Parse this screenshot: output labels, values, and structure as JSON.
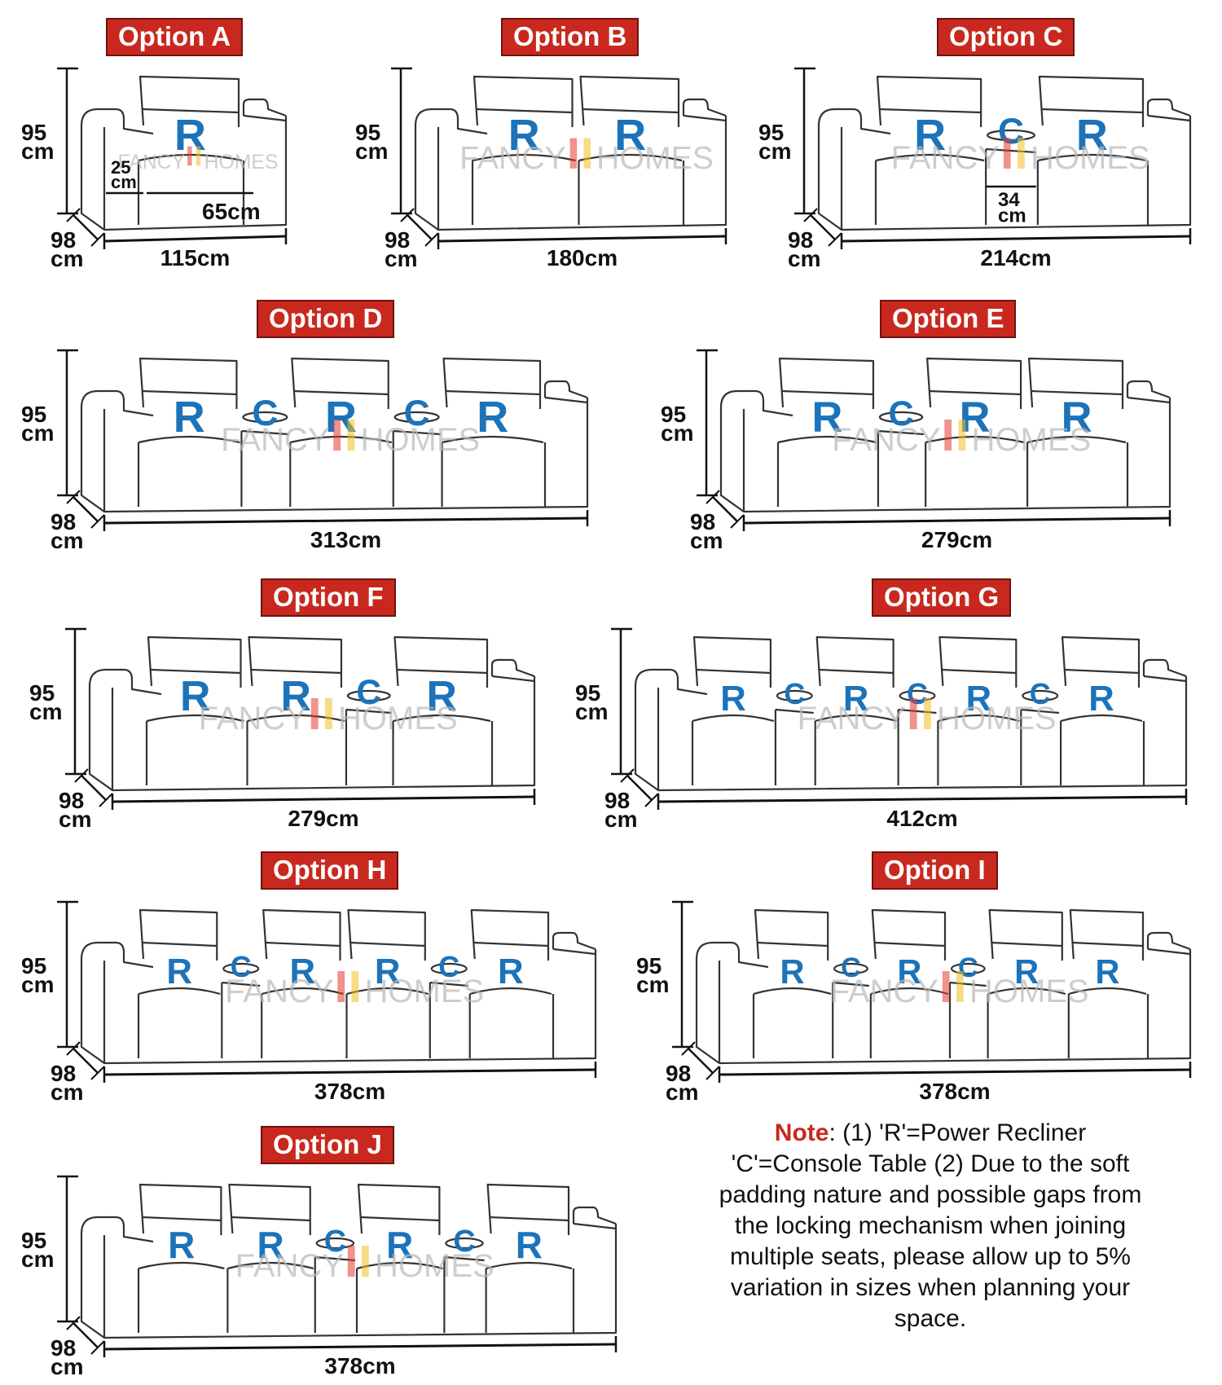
{
  "units": {
    "height": "95\ncm",
    "depth": "98\ncm"
  },
  "watermark": {
    "word1": "FANCY",
    "word2": "HOMES"
  },
  "colors": {
    "tag_bg": "#c8281e",
    "recliner_letter": "#1c73b9",
    "note_label": "#c8281e"
  },
  "options": [
    {
      "label": "Option A",
      "width": "115cm",
      "seats": [
        "R"
      ],
      "extra": {
        "arm": "25\ncm",
        "seat": "65cm"
      }
    },
    {
      "label": "Option B",
      "width": "180cm",
      "seats": [
        "R",
        "R"
      ]
    },
    {
      "label": "Option C",
      "width": "214cm",
      "seats": [
        "R",
        "C",
        "R"
      ],
      "extra": {
        "console": "34\ncm"
      }
    },
    {
      "label": "Option D",
      "width": "313cm",
      "seats": [
        "R",
        "C",
        "R",
        "C",
        "R"
      ]
    },
    {
      "label": "Option E",
      "width": "279cm",
      "seats": [
        "R",
        "C",
        "R",
        "R"
      ]
    },
    {
      "label": "Option F",
      "width": "279cm",
      "seats": [
        "R",
        "R",
        "C",
        "R"
      ]
    },
    {
      "label": "Option G",
      "width": "412cm",
      "seats": [
        "R",
        "C",
        "R",
        "C",
        "R",
        "C",
        "R"
      ]
    },
    {
      "label": "Option H",
      "width": "378cm",
      "seats": [
        "R",
        "C",
        "R",
        "R",
        "C",
        "R"
      ]
    },
    {
      "label": "Option I",
      "width": "378cm",
      "seats": [
        "R",
        "C",
        "R",
        "C",
        "R",
        "R"
      ]
    },
    {
      "label": "Option J",
      "width": "378cm",
      "seats": [
        "R",
        "R",
        "C",
        "R",
        "C",
        "R"
      ]
    }
  ],
  "note": {
    "label": "Note",
    "text": ": (1) 'R'=Power Recliner 'C'=Console Table (2) Due to the soft padding nature and possible gaps from the locking mechanism when joining multiple seats, please allow up to 5% variation in sizes when planning your space."
  }
}
